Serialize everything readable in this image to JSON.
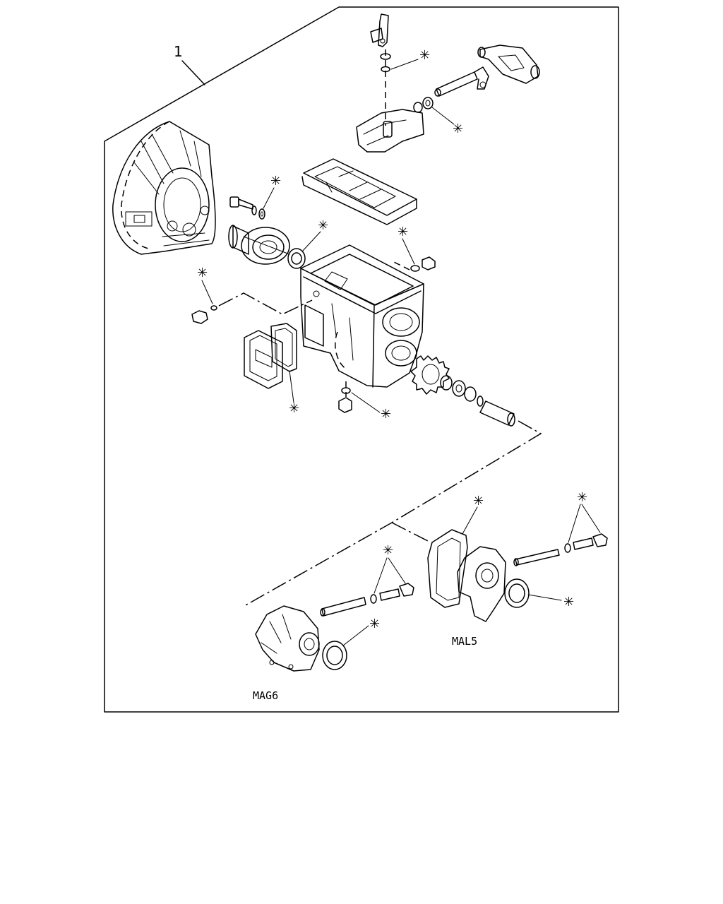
{
  "callout": {
    "item_number": "1"
  },
  "marker": {
    "symbol": "✳"
  },
  "variants": {
    "left": "MAG6",
    "right": "MAL5"
  },
  "asterisk_targets": [
    "selector-washer",
    "selector-seal",
    "input-bolt-washer",
    "input-seal",
    "breather-washer",
    "drain-plug-washer",
    "side-cover-gasket",
    "bottom-plug-washer",
    "mal5-gasket",
    "mal5-bolt-seal",
    "mal5-oil-seal",
    "mag6-bolt-seal",
    "mag6-oil-seal"
  ]
}
